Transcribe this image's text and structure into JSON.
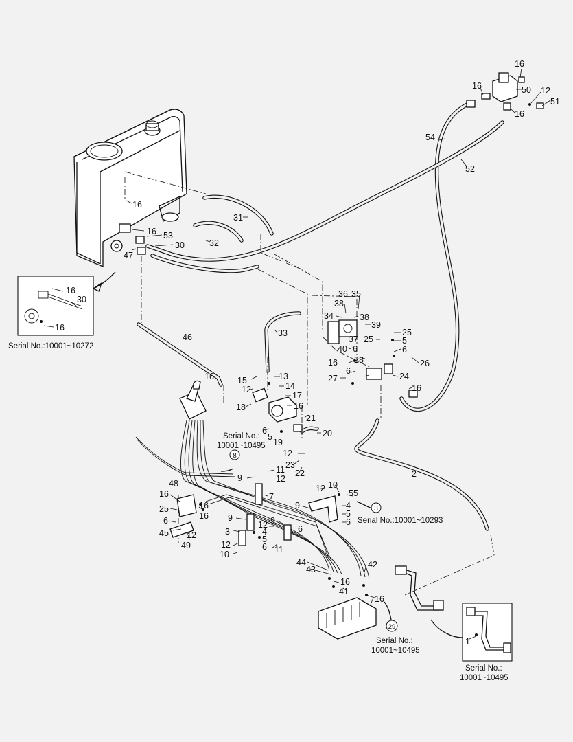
{
  "callouts": {
    "c1": "16",
    "c2": "16",
    "c3": "50",
    "c4": "12",
    "c5": "51",
    "c6": "16",
    "c7": "54",
    "c8": "52",
    "c9": "16",
    "c10": "31",
    "c11": "16",
    "c12": "53",
    "c13": "32",
    "c14": "30",
    "c15": "47",
    "c16": "16",
    "c17": "30",
    "c18": "16",
    "c19": "36",
    "c20": "35",
    "c21": "38",
    "c22": "34",
    "c23": "38",
    "c24": "39",
    "c25": "33",
    "c26": "37",
    "c27": "25",
    "c28": "40",
    "c29": "6",
    "c30": "25",
    "c31": "5",
    "c32": "6",
    "c33": "26",
    "c34": "16",
    "c35": "28",
    "c36": "6",
    "c37": "27",
    "c38": "24",
    "c39": "16",
    "c40": "46",
    "c41": "16",
    "c42": "13",
    "c43": "15",
    "c44": "14",
    "c45": "12",
    "c46": "17",
    "c47": "18",
    "c48": "16",
    "c49": "21",
    "c50": "6",
    "c51": "5",
    "c52": "19",
    "c53": "20",
    "c54": "12",
    "c55": "23",
    "c56": "22",
    "c57": "2",
    "c58": "11",
    "c59": "9",
    "c60": "12",
    "c61": "48",
    "c62": "7",
    "c63": "10",
    "c64": "12",
    "c65": "55",
    "c66": "16",
    "c67": "9",
    "c68": "4",
    "c69": "25",
    "c70": "5",
    "c71": "16",
    "c72": "9",
    "c73": "6",
    "c74": "9",
    "c75": "6",
    "c76": "6",
    "c77": "45",
    "c78": "12",
    "c79": "16",
    "c80": "3",
    "c81": "12",
    "c82": "4",
    "c83": "49",
    "c84": "12",
    "c85": "5",
    "c86": "10",
    "c87": "6",
    "c88": "11",
    "c89": "44",
    "c90": "42",
    "c91": "43",
    "c92": "16",
    "c93": "41",
    "c94": "16",
    "c95": "1"
  },
  "circled_refs": {
    "r8": "8",
    "r3": "3",
    "r29": "29"
  },
  "serial_notes": {
    "s1": "Serial No.:10001~10272",
    "s2_line1": "Serial No.:",
    "s2_line2": "10001~10495",
    "s3": "Serial No.:10001~10293",
    "s4_line1": "Serial No.:",
    "s4_line2": "10001~10495",
    "s5_line1": "Serial No.:",
    "s5_line2": "10001~10495"
  },
  "inset1": {
    "c1": "16",
    "c2": "30",
    "c3": "16"
  },
  "inset2": {
    "c1": "1"
  }
}
